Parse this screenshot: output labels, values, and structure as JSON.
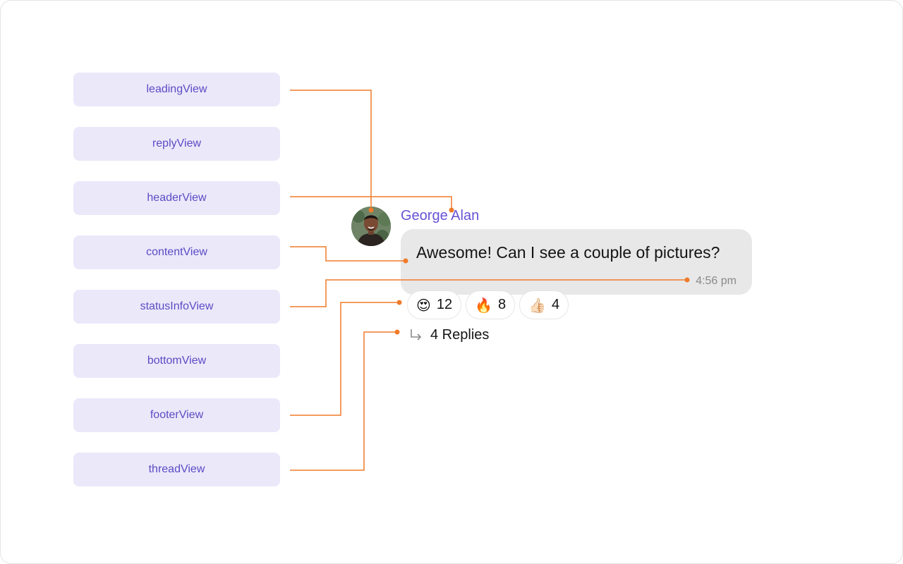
{
  "labels": [
    {
      "text": "leadingView"
    },
    {
      "text": "replyView"
    },
    {
      "text": "headerView"
    },
    {
      "text": "contentView"
    },
    {
      "text": "statusInfoView"
    },
    {
      "text": "bottomView"
    },
    {
      "text": "footerView"
    },
    {
      "text": "threadView"
    }
  ],
  "message": {
    "sender": "George Alan",
    "text": "Awesome! Can I see a couple of pictures?",
    "time": "4:56 pm",
    "reactions": [
      {
        "emoji": "😍",
        "count": "12"
      },
      {
        "emoji": "🔥",
        "count": "8"
      },
      {
        "emoji": "👍🏻",
        "count": "4"
      }
    ],
    "thread": {
      "text": "4 Replies",
      "icon": "reply-arrow-icon"
    }
  },
  "colors": {
    "label_bg": "#ebe8fa",
    "label_text": "#5b4bc4",
    "connector": "#f07b2a",
    "sender": "#6851d6",
    "bubble": "#e8e8e8"
  }
}
